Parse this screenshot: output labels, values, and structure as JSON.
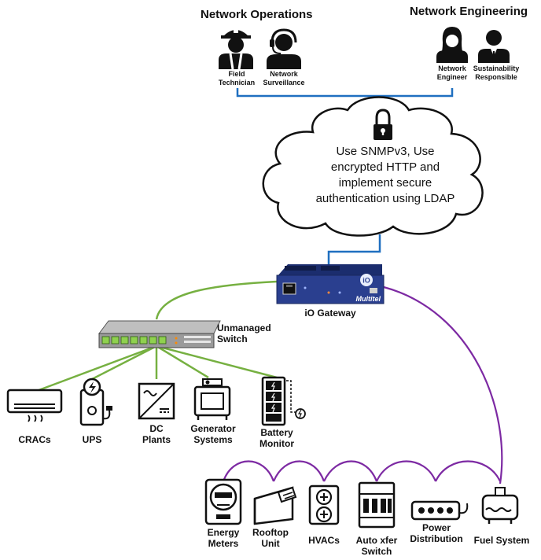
{
  "groups": {
    "operations": "Network Operations",
    "engineering": "Network Engineering"
  },
  "roles": {
    "field_tech": "Field\nTechnician",
    "surveillance": "Network\nSurveillance",
    "engineer": "Network\nEngineer",
    "sustainability": "Sustainability\nResponsible"
  },
  "cloud": {
    "text": "Use SNMPv3, Use encrypted HTTP and implement secure authentication using LDAP"
  },
  "gateway": {
    "label": "iO Gateway",
    "brand": "Multitel",
    "logo": "iO"
  },
  "switch": {
    "label": "Unmanaged\nSwitch"
  },
  "devices_left": [
    {
      "label": "CRACs"
    },
    {
      "label": "UPS"
    },
    {
      "label": "DC\nPlants"
    },
    {
      "label": "Generator\nSystems"
    },
    {
      "label": "Battery\nMonitor"
    }
  ],
  "devices_bottom": [
    {
      "label": "Energy\nMeters"
    },
    {
      "label": "Rooftop\nUnit"
    },
    {
      "label": "HVACs"
    },
    {
      "label": "Auto xfer\nSwitch"
    },
    {
      "label": "Power\nDistribution"
    },
    {
      "label": "Fuel System"
    }
  ],
  "colors": {
    "blue_link": "#1f6fc0",
    "green_link": "#76b041",
    "purple_link": "#7d2aa3",
    "gateway_body": "#2a3f8f"
  }
}
